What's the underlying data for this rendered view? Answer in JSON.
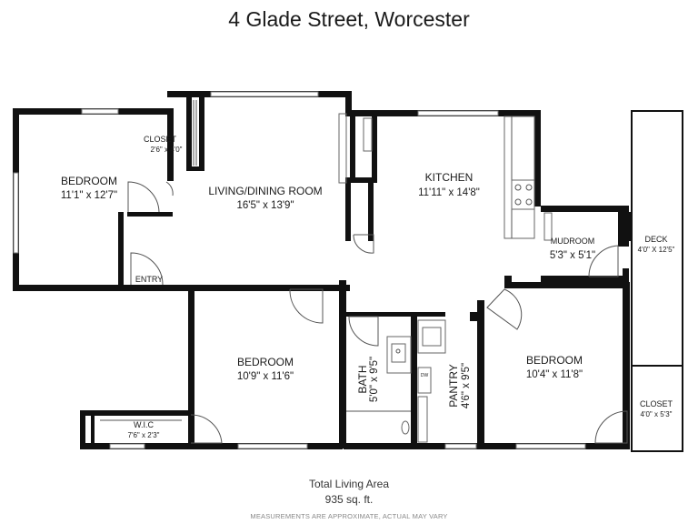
{
  "title": "4 Glade Street, Worcester",
  "rooms": {
    "bedroom_nw": {
      "name": "BEDROOM",
      "dims": "11'1\" x 12'7\""
    },
    "closet_nw": {
      "name": "CLOSET",
      "dims": "2'6\" x 4'0\""
    },
    "living": {
      "name": "LIVING/DINING ROOM",
      "dims": "16'5\" x 13'9\""
    },
    "kitchen": {
      "name": "KITCHEN",
      "dims": "11'11\" x 14'8\""
    },
    "mudroom": {
      "name": "MUDROOM",
      "dims": "5'3\" x 5'1\""
    },
    "deck": {
      "name": "DECK",
      "dims": "4'0\" X 12'5\""
    },
    "entry": {
      "name": "ENTRY"
    },
    "bedroom_sw": {
      "name": "BEDROOM",
      "dims": "10'9\" x 11'6\""
    },
    "bath": {
      "name": "BATH",
      "dims": "5'0\" x 9'5\""
    },
    "pantry": {
      "name": "PANTRY",
      "dims": "4'6\" x 9'5\""
    },
    "bedroom_se": {
      "name": "BEDROOM",
      "dims": "10'4\" x 11'8\""
    },
    "closet_se": {
      "name": "CLOSET",
      "dims": "4'0\" x 5'3\""
    },
    "wic": {
      "name": "W.I.C",
      "dims": "7'6\" x 2'3\""
    },
    "dw": {
      "name": "DW"
    }
  },
  "footer": {
    "total_label": "Total Living Area",
    "total_value": "935 sq. ft.",
    "disclaimer": "MEASUREMENTS ARE APPROXIMATE, ACTUAL MAY VARY"
  }
}
